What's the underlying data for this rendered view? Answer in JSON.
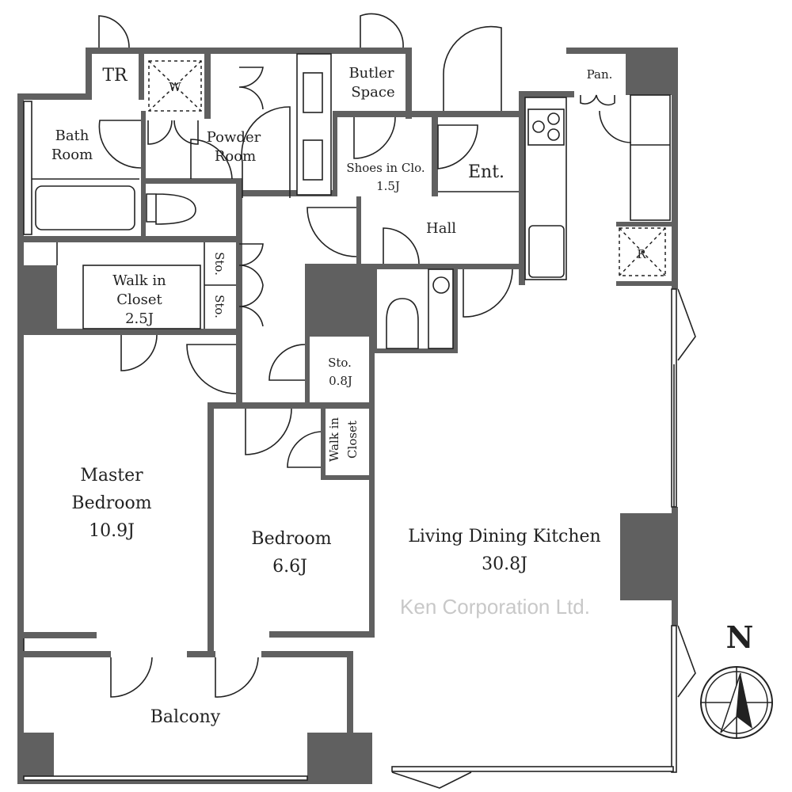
{
  "rooms": {
    "tr": "TR",
    "washer": "W",
    "bath": [
      "Bath",
      "Room"
    ],
    "powder": [
      "Powder",
      "Room"
    ],
    "butler": [
      "Butler",
      "Space"
    ],
    "shoes": [
      "Shoes in Clo.",
      "1.5J"
    ],
    "entrance": "Ent.",
    "pantry": "Pan.",
    "refrigerator": "R",
    "hall": "Hall",
    "walk_in_closet_master": [
      "Walk in",
      "Closet",
      "2.5J"
    ],
    "storage_1": "Sto.",
    "storage_2": "Sto.",
    "storage_small": [
      "Sto.",
      "0.8J"
    ],
    "walk_in_closet_bedroom": [
      "Walk in",
      "Closet"
    ],
    "master_bedroom": [
      "Master",
      "Bedroom",
      "10.9J"
    ],
    "bedroom": [
      "Bedroom",
      "6.6J"
    ],
    "ldk": [
      "Living Dining Kitchen",
      "30.8J"
    ],
    "balcony": "Balcony"
  },
  "compass": {
    "label": "N"
  },
  "watermark": "Ken Corporation Ltd.",
  "colors": {
    "wall": "#606060",
    "line": "#222222"
  }
}
